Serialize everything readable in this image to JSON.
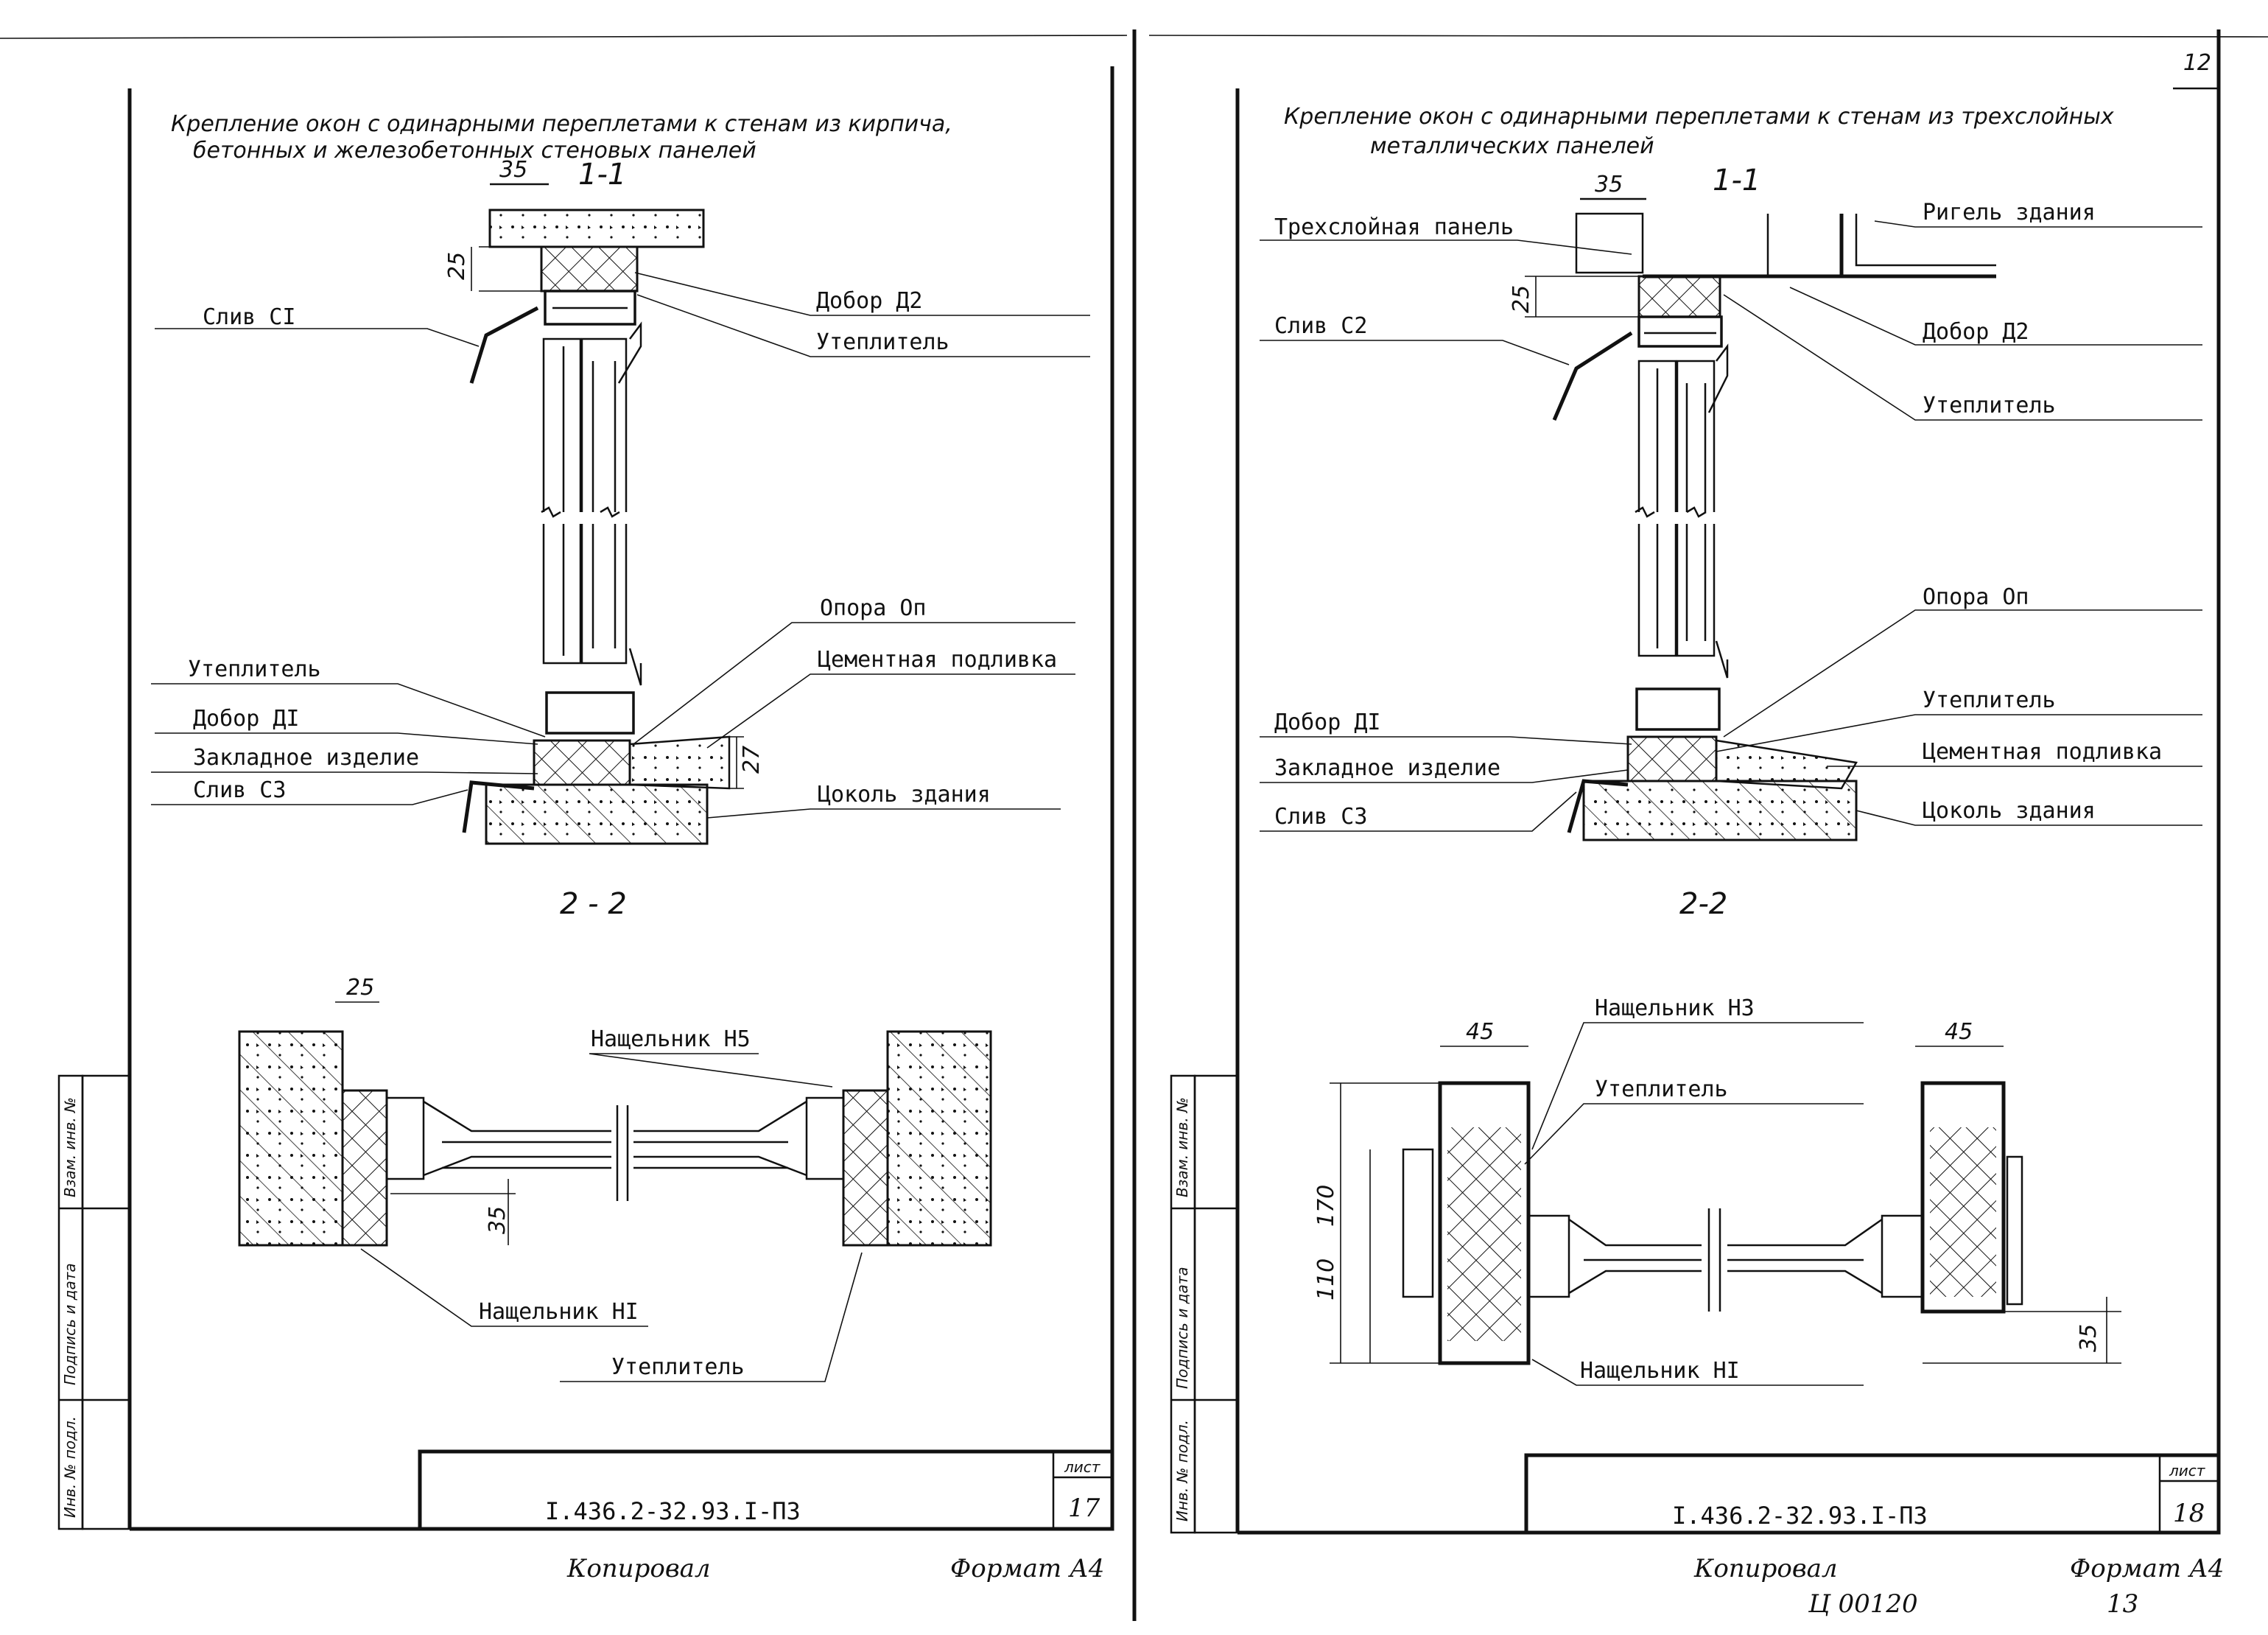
{
  "page_number": "12",
  "left_sheet": {
    "title_line1": "Крепление окон с одинарными переплетами к стенам из кирпича,",
    "title_line2": "бетонных и железобетонных стеновых панелей",
    "section_1": "1-1",
    "section_2": "2 - 2",
    "dims": {
      "d35": "35",
      "d25": "25",
      "d27": "27",
      "d25b": "25",
      "d35b": "35"
    },
    "labels": {
      "sliv_c1": "Слив СI",
      "dobor_d2": "Добор Д2",
      "uteplitel_top": "Утеплитель",
      "opora": "Опора Оп",
      "cement": "Цементная подливка",
      "uteplitel_left": "Утеплитель",
      "dobor_d1": "Добор ДI",
      "zakladnoe": "Закладное изделие",
      "sliv_c3": "Слив СЗ",
      "tsokol": "Цоколь здания",
      "nashchelnik_h5": "Нащельник Н5",
      "nashchelnik_h1": "Нащельник НI",
      "uteplitel_bottom": "Утеплитель"
    },
    "code": "I.436.2-32.93.I-ПЗ",
    "sheet_label": "лист",
    "sheet_no": "17",
    "copied": "Копировал",
    "format": "Формат А4"
  },
  "right_sheet": {
    "title_line1": "Крепление окон с одинарными переплетами к стенам из трехслойных",
    "title_line2": "металлических панелей",
    "section_1": "1-1",
    "section_2": "2-2",
    "dims": {
      "d35": "35",
      "d25": "25",
      "d45a": "45",
      "d45b": "45",
      "d170": "170",
      "d110": "110",
      "d35b": "35"
    },
    "labels": {
      "panel": "Трехслойная панель",
      "rigel": "Ригель здания",
      "sliv_c2": "Слив С2",
      "dobor_d2": "Добор Д2",
      "uteplitel_top": "Утеплитель",
      "opora": "Опора Оп",
      "uteplitel_mid": "Утеплитель",
      "dobor_d1": "Добор ДI",
      "cement": "Цементная подливка",
      "zakladnoe": "Закладное изделие",
      "tsokol": "Цоколь здания",
      "sliv_c3": "Слив СЗ",
      "nashchelnik_h3": "Нащельник НЗ",
      "uteplitel_sec": "Утеплитель",
      "nashchelnik_h1": "Нащельник НI"
    },
    "code": "I.436.2-32.93.I-ПЗ",
    "sheet_label": "лист",
    "sheet_no": "18",
    "copied": "Копировал",
    "format": "Формат А4",
    "archive_no": "Ц 00120",
    "archive_sub": "13"
  },
  "stamp": {
    "left_col1": "Инв. № подл.",
    "left_col2": "Подпись и дата",
    "left_col3": "Взам. инв. №",
    "right_col1": "Инв. № подл.",
    "right_col2": "Подпись и дата",
    "right_col3": "Взам. инв. №"
  }
}
